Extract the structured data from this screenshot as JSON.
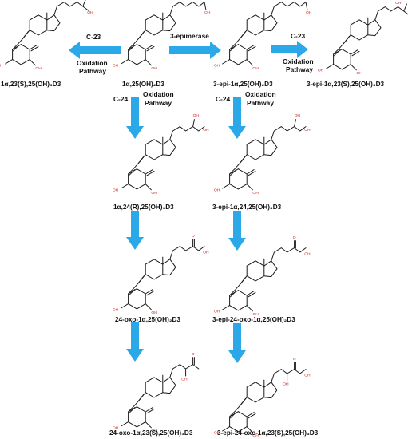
{
  "compounds": {
    "c1": "1α,23(S),25(OH)₃D3",
    "c2": "1α,25(OH)₂D3",
    "c3": "3-epi-1α,25(OH)₂D3",
    "c4": "3-epi-1α,23(S),25(OH)₃D3",
    "c5": "1α,24(R),25(OH)₃D3",
    "c6": "3-epi-1α,24,25(OH)₃D3",
    "c7": "24-oxo-1α,25(OH)₂D3",
    "c8": "3-epi-24-oxo-1α,25(OH)₂D3",
    "c9": "24-oxo-1α,23(S),25(OH)₃D3",
    "c10": "3-epi-24-oxo-1α,23(S),25(OH)₃D3"
  },
  "steps": {
    "a1": {
      "line1": "C-23",
      "line2": "Oxidation",
      "line3": "Pathway"
    },
    "a2": {
      "line1": "3-epimerase"
    },
    "a3": {
      "line1": "C-23",
      "line2": "Oxidation",
      "line3": "Pathway"
    },
    "a4": {
      "line1": "C-24",
      "line2": "Oxidation",
      "line3": "Pathway"
    },
    "a5": {
      "line1": "C-24",
      "line2": "Oxidation",
      "line3": "Pathway"
    }
  },
  "atoms": {
    "hydroxyl": "OH",
    "ketone": "O"
  },
  "colors": {
    "arrow": "#2aa8e8",
    "bond": "#1a1a1a",
    "heteroatom": "#d42020"
  }
}
